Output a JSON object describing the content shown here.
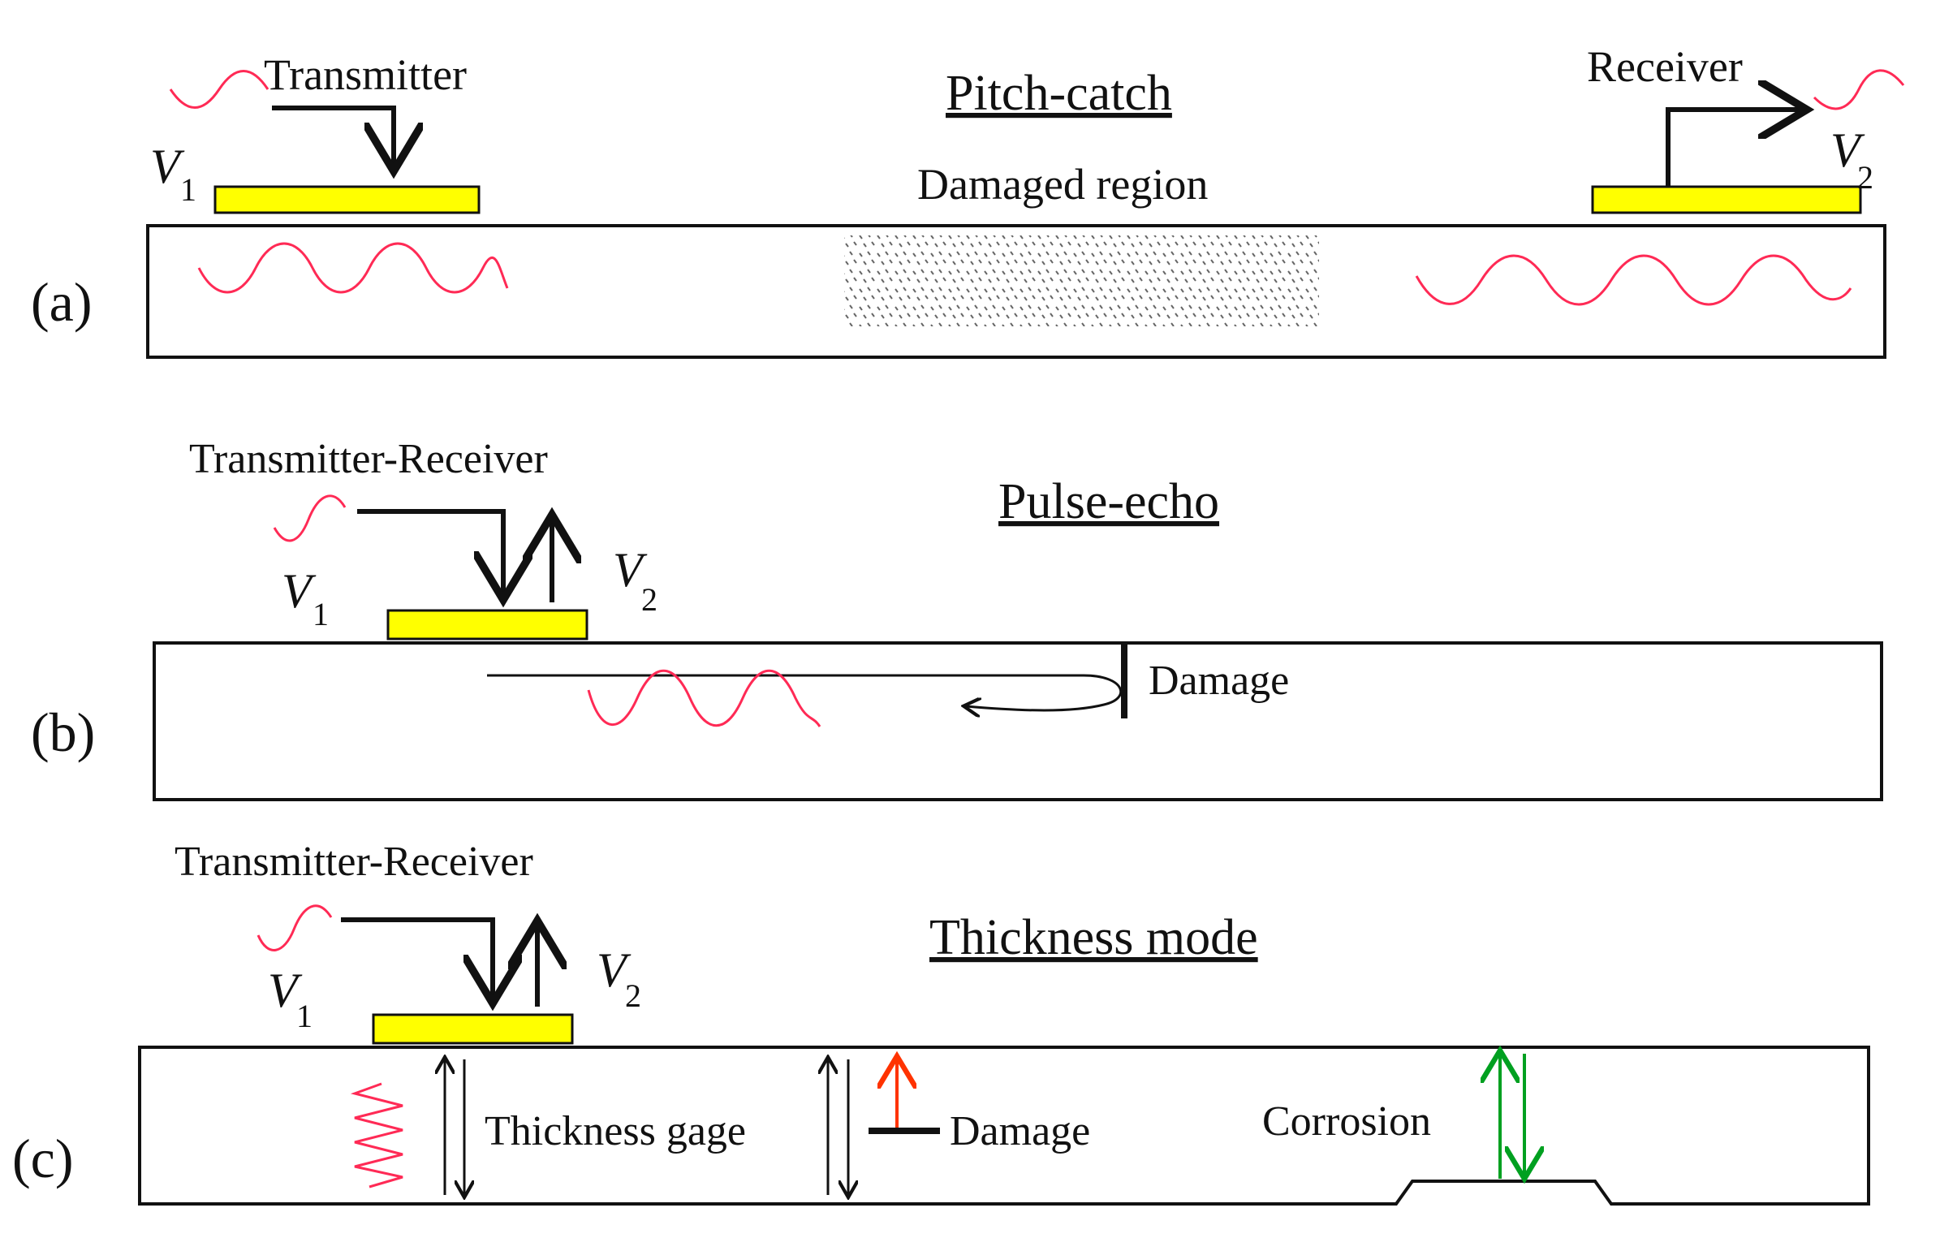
{
  "panel_a": {
    "label": "(a)",
    "title": "Pitch-catch",
    "transmitter": "Transmitter",
    "receiver": "Receiver",
    "damaged_region": "Damaged region",
    "v1": "V",
    "v1_sub": "1",
    "v2": "V",
    "v2_sub": "2"
  },
  "panel_b": {
    "label": "(b)",
    "title": "Pulse-echo",
    "transceiver": "Transmitter-Receiver",
    "damage": "Damage",
    "v1": "V",
    "v1_sub": "1",
    "v2": "V",
    "v2_sub": "2"
  },
  "panel_c": {
    "label": "(c)",
    "title": "Thickness mode",
    "transceiver": "Transmitter-Receiver",
    "thickness_gage": "Thickness gage",
    "damage": "Damage",
    "corrosion": "Corrosion",
    "v1": "V",
    "v1_sub": "1",
    "v2": "V",
    "v2_sub": "2"
  },
  "colors": {
    "sensor": "#ffff00",
    "wave": "#ff2a55",
    "damage_arrow": "#ff3300",
    "corrosion_arrow": "#00a020"
  }
}
